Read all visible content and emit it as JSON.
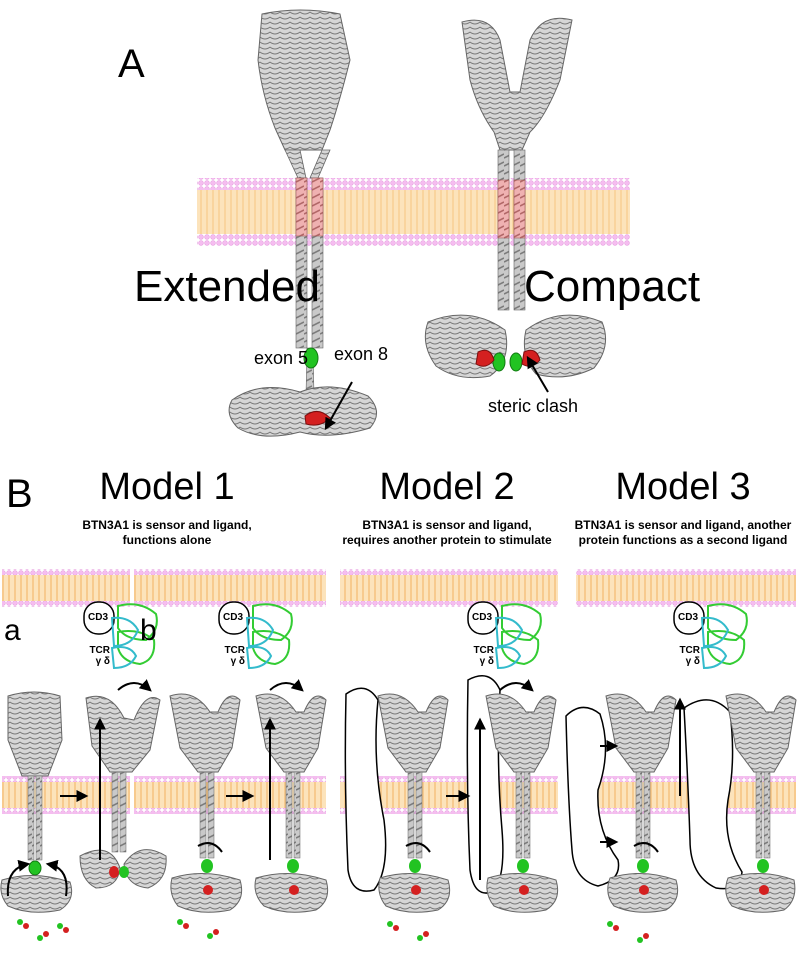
{
  "panel_a": {
    "label": "A",
    "extended_label": "Extended",
    "compact_label": "Compact",
    "exon5_label": "exon 5",
    "exon8_label": "exon 8",
    "steric_label": "steric clash"
  },
  "panel_b": {
    "label": "B",
    "sub_a": "a",
    "sub_b": "b",
    "models": [
      {
        "title": "Model 1",
        "description": "BTN3A1 is sensor and ligand, functions alone"
      },
      {
        "title": "Model 2",
        "description": "BTN3A1 is sensor and ligand, requires another protein to stimulate"
      },
      {
        "title": "Model 3",
        "description": "BTN3A1 is sensor and ligand, another protein functions as a second ligand"
      }
    ],
    "cd3_label": "CD3",
    "tcr_label": "TCR",
    "gd_label": "γ δ"
  },
  "colors": {
    "membrane_body": "#fbd9a3",
    "membrane_head": "#f2b8ec",
    "helix_tm": "#e8a3a3",
    "exon5": "#22c322",
    "exon8": "#d42020",
    "protein": "#b8b8b8",
    "tcr_green": "#33cc33",
    "tcr_cyan": "#33bbcc"
  }
}
